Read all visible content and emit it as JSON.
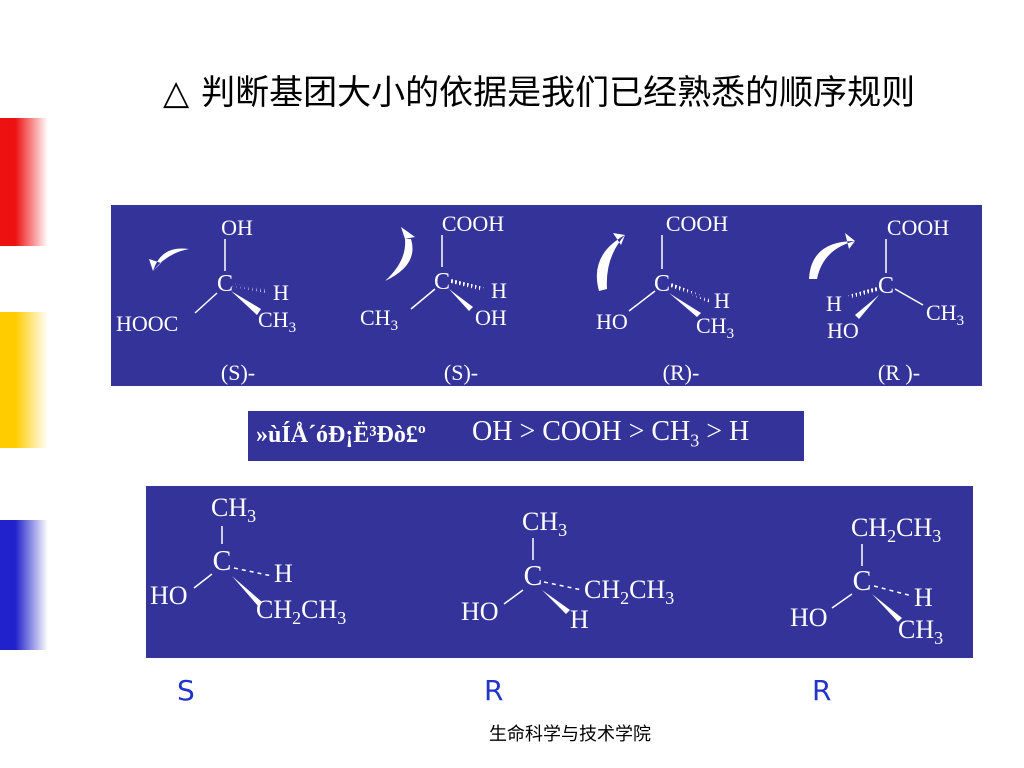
{
  "slide": {
    "bullet": "△",
    "title": "判断基团大小的依据是我们已经熟悉的顺序规则",
    "footer": "生命科学与技术学院"
  },
  "colors": {
    "panel": "#333399",
    "text_on_panel": "#ffffff",
    "rs_label": "#2233cc",
    "deco_red": "#ee1111",
    "deco_yellow": "#ffcc00",
    "deco_blue": "#2222cc"
  },
  "panel_top": {
    "molecules": [
      {
        "top": "OH",
        "center": "C",
        "right_dashed": "H",
        "left": "HOOC",
        "right_wedge": "CH3",
        "config": "(S)-",
        "arrow": "counterclockwise"
      },
      {
        "top": "COOH",
        "center": "C",
        "right_dashed": "H",
        "left": "CH3",
        "right_wedge": "OH",
        "config": "(S)-",
        "arrow": "counterclockwise"
      },
      {
        "top": "COOH",
        "center": "C",
        "right_dashed": "H",
        "left": "HO",
        "right_wedge": "CH3",
        "config": "(R)-",
        "arrow": "clockwise"
      },
      {
        "top": "COOH",
        "center": "C",
        "left_dashed": "H",
        "right": "CH3",
        "bottom_wedge": "HO",
        "config": "(R )-",
        "arrow": "clockwise"
      }
    ]
  },
  "priority": {
    "garbled_label": "»ùÍÅ´óÐ¡Ë³Ðò£º",
    "order_parts": [
      "OH > COOH > CH",
      "3",
      " > H"
    ]
  },
  "panel_bottom": {
    "molecules": [
      {
        "top": [
          "CH",
          "3"
        ],
        "center": "C",
        "dashed": "H",
        "left": "HO",
        "wedge": [
          "CH",
          "2",
          "CH",
          "3"
        ]
      },
      {
        "top": [
          "CH",
          "3"
        ],
        "center": "C",
        "dashed": [
          "CH",
          "2",
          "CH",
          "3"
        ],
        "left": "HO",
        "wedge": "H"
      },
      {
        "top": [
          "CH",
          "2",
          "CH",
          "3"
        ],
        "center": "C",
        "dashed": "H",
        "left": "HO",
        "wedge": [
          "CH",
          "3"
        ]
      }
    ],
    "configs": [
      "S",
      "R",
      "R"
    ]
  }
}
